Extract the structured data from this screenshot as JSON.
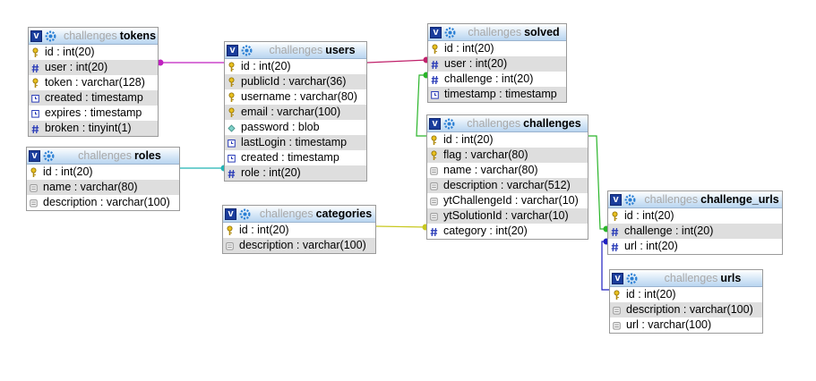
{
  "schema": "challenges",
  "colors": {
    "tokens_users": "#c020c0",
    "users_solved": "#c0206a",
    "roles_users": "#22b5b5",
    "challenges_solved": "#2ab52a",
    "categories_challenges": "#c8c820",
    "challenges_challenge_urls": "#2ab52a",
    "urls_challenge_urls": "#2020c0"
  },
  "tables": [
    {
      "id": "tokens",
      "name": "tokens",
      "fields": [
        {
          "text": "id : int(20)",
          "icon": "key-icon"
        },
        {
          "text": "user : int(20)",
          "icon": "hash-icon"
        },
        {
          "text": "token : varchar(128)",
          "icon": "key-icon"
        },
        {
          "text": "created : timestamp",
          "icon": "clock-icon"
        },
        {
          "text": "expires : timestamp",
          "icon": "clock-icon"
        },
        {
          "text": "broken : tinyint(1)",
          "icon": "hash-icon"
        }
      ]
    },
    {
      "id": "users",
      "name": "users",
      "fields": [
        {
          "text": "id : int(20)",
          "icon": "key-icon"
        },
        {
          "text": "publicId : varchar(36)",
          "icon": "key-icon"
        },
        {
          "text": "username : varchar(80)",
          "icon": "key-icon"
        },
        {
          "text": "email : varchar(100)",
          "icon": "key-icon"
        },
        {
          "text": "password : blob",
          "icon": "diamond-icon"
        },
        {
          "text": "lastLogin : timestamp",
          "icon": "clock-icon"
        },
        {
          "text": "created : timestamp",
          "icon": "clock-icon"
        },
        {
          "text": "role : int(20)",
          "icon": "hash-icon"
        }
      ]
    },
    {
      "id": "solved",
      "name": "solved",
      "fields": [
        {
          "text": "id : int(20)",
          "icon": "key-icon"
        },
        {
          "text": "user : int(20)",
          "icon": "hash-icon"
        },
        {
          "text": "challenge : int(20)",
          "icon": "hash-icon"
        },
        {
          "text": "timestamp : timestamp",
          "icon": "clock-icon"
        }
      ]
    },
    {
      "id": "roles",
      "name": "roles",
      "fields": [
        {
          "text": "id : int(20)",
          "icon": "key-icon"
        },
        {
          "text": "name : varchar(80)",
          "icon": "text-icon"
        },
        {
          "text": "description : varchar(100)",
          "icon": "text-icon"
        }
      ]
    },
    {
      "id": "challenges",
      "name": "challenges",
      "fields": [
        {
          "text": "id : int(20)",
          "icon": "key-icon"
        },
        {
          "text": "flag : varchar(80)",
          "icon": "key-icon"
        },
        {
          "text": "name : varchar(80)",
          "icon": "text-icon"
        },
        {
          "text": "description : varchar(512)",
          "icon": "text-icon"
        },
        {
          "text": "ytChallengeId : varchar(10)",
          "icon": "text-icon"
        },
        {
          "text": "ytSolutionId : varchar(10)",
          "icon": "text-icon"
        },
        {
          "text": "category : int(20)",
          "icon": "hash-icon"
        }
      ]
    },
    {
      "id": "categories",
      "name": "categories",
      "fields": [
        {
          "text": "id : int(20)",
          "icon": "key-icon"
        },
        {
          "text": "description : varchar(100)",
          "icon": "text-icon"
        }
      ]
    },
    {
      "id": "challenge_urls",
      "name": "challenge_urls",
      "fields": [
        {
          "text": "id : int(20)",
          "icon": "key-icon"
        },
        {
          "text": "challenge : int(20)",
          "icon": "hash-icon"
        },
        {
          "text": "url : int(20)",
          "icon": "hash-icon"
        }
      ]
    },
    {
      "id": "urls",
      "name": "urls",
      "fields": [
        {
          "text": "id : int(20)",
          "icon": "key-icon"
        },
        {
          "text": "description : varchar(100)",
          "icon": "text-icon"
        },
        {
          "text": "url : varchar(100)",
          "icon": "text-icon"
        }
      ]
    }
  ]
}
